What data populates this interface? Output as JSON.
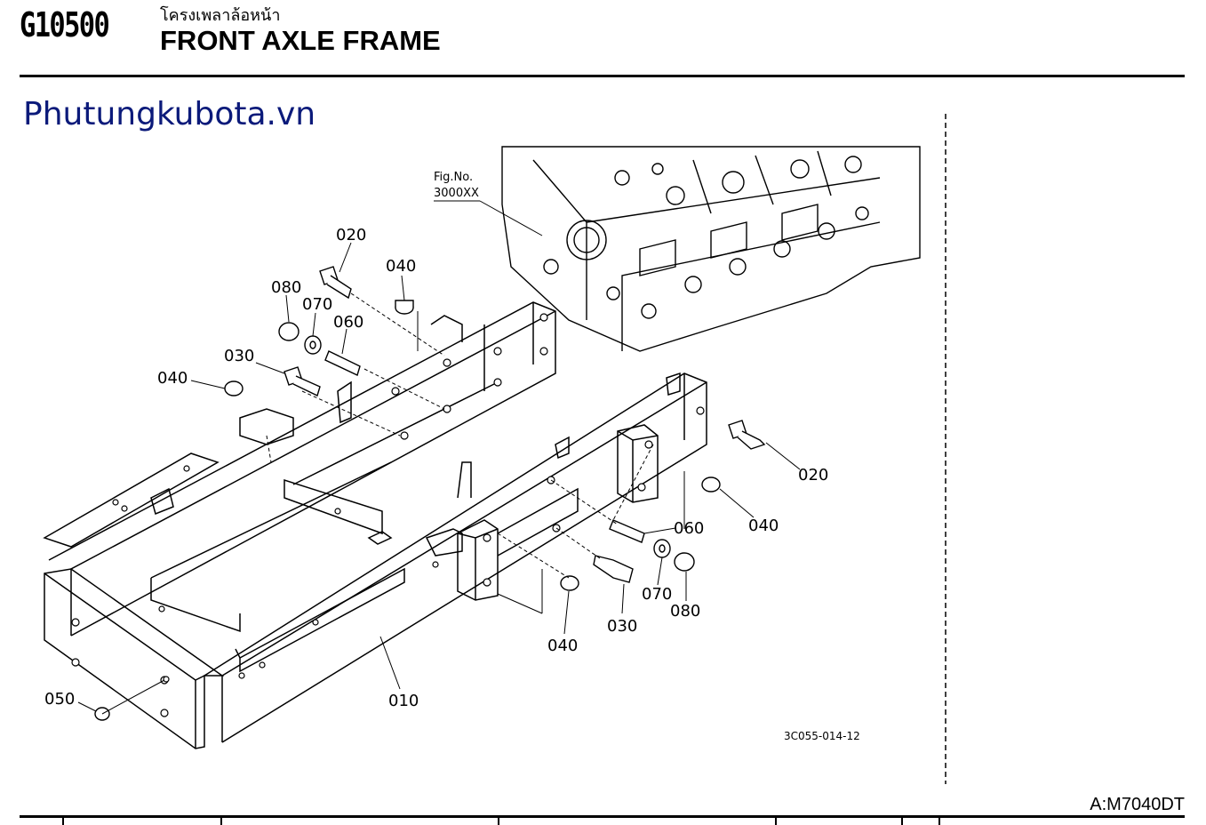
{
  "header": {
    "code": "G10500",
    "title_th": "โครงเพลาล้อหน้า",
    "title_en": "FRONT AXLE FRAME"
  },
  "watermark": "Phutungkubota.vn",
  "figure": {
    "fig_no_label": "Fig.No.",
    "fig_no_value": "3000XX",
    "ref_code": "3C055-014-12"
  },
  "callouts": {
    "c020_top": "020",
    "c040_top": "040",
    "c080_top": "080",
    "c070_top": "070",
    "c060_top": "060",
    "c030_top": "030",
    "c040_left": "040",
    "c020_right": "020",
    "c060_right": "060",
    "c040_right": "040",
    "c070_bot": "070",
    "c080_bot": "080",
    "c030_bot": "030",
    "c040_bot": "040",
    "c050": "050",
    "c010": "010"
  },
  "footer": {
    "model": "A:M7040DT"
  }
}
